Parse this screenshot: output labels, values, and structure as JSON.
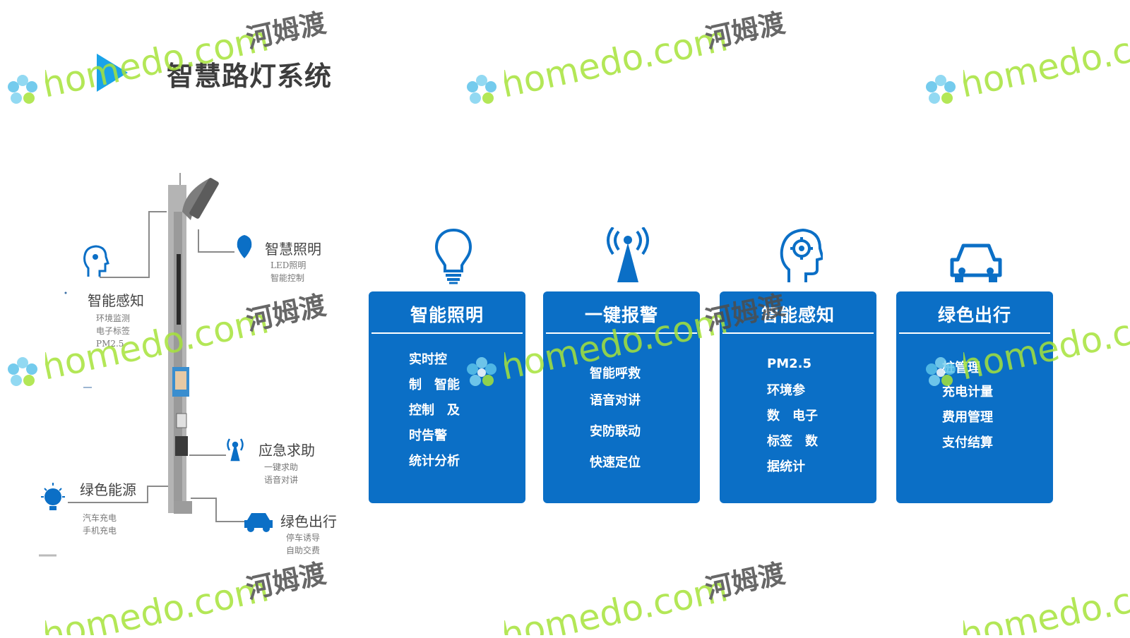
{
  "title": "智慧路灯系统",
  "pole_labels": {
    "smart_lighting": {
      "title": "智慧照明",
      "lines": [
        "LED照明",
        "智能控制"
      ]
    },
    "smart_sensing": {
      "title": "智能感知",
      "lines": [
        "环境监测",
        "电子标签",
        "PM2.5"
      ]
    },
    "emergency_help": {
      "title": "应急求助",
      "lines": [
        "一键求助",
        "语音对讲"
      ]
    },
    "green_energy": {
      "title": "绿色能源",
      "lines": [
        "汽车充电",
        "手机充电"
      ]
    },
    "green_travel": {
      "title": "绿色出行",
      "lines": [
        "停车诱导",
        "自助交费"
      ]
    }
  },
  "cards": [
    {
      "title": "智能照明",
      "icon": "lightbulb-icon",
      "items": [
        "实时控",
        "制　智能",
        "控制　及",
        "时告警",
        "统计分析"
      ]
    },
    {
      "title": "一键报警",
      "icon": "antenna-icon",
      "items": [
        "智能呼救",
        "语音对讲",
        "安防联动",
        "快速定位"
      ]
    },
    {
      "title": "智能感知",
      "icon": "head-gear-icon",
      "items": [
        "PM2.5",
        "环境参",
        "数　电子",
        "标签　数",
        "据统计"
      ]
    },
    {
      "title": "绿色出行",
      "icon": "car-icon",
      "items": [
        "桩管理",
        "充电计量",
        "费用管理",
        "支付结算"
      ]
    }
  ],
  "watermark": {
    "brand": "homedo.com",
    "cn": "河姆渡"
  },
  "colors": {
    "card_blue": "#0b6fc6",
    "accent_cyan": "#1aa3e8",
    "icon_blue": "#0b6fc6",
    "watermark_green": "#a6e33a"
  }
}
